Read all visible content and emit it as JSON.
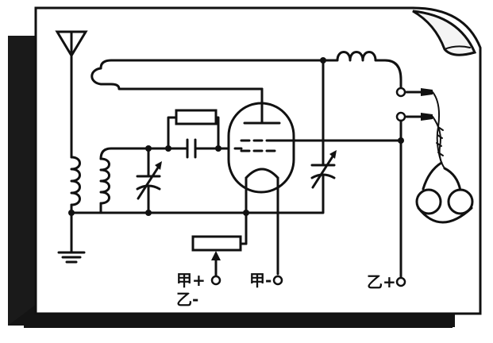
{
  "diagram": {
    "type": "vacuum-tube regenerative receiver schematic",
    "colors": {
      "ink": "#111111",
      "paper": "#ffffff",
      "shadow": "#141414"
    },
    "terminals": {
      "a_plus": "甲+",
      "b_minus": "乙-",
      "a_minus": "甲-",
      "b_plus": "乙+"
    }
  }
}
